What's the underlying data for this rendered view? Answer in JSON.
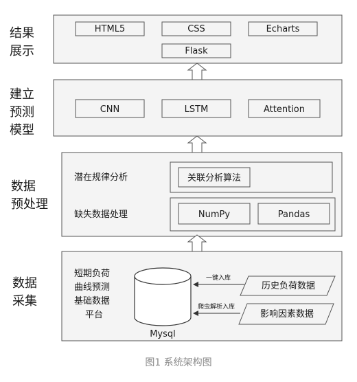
{
  "layers": [
    {
      "label_lines": [
        "结果",
        "展示"
      ],
      "boxes": [
        "HTML5",
        "CSS",
        "Echarts",
        "Flask"
      ]
    },
    {
      "label_lines": [
        "建立",
        "预测",
        "模型"
      ],
      "boxes": [
        "CNN",
        "LSTM",
        "Attention"
      ]
    },
    {
      "label_lines": [
        "数据",
        "预处理"
      ],
      "row1_label": "潜在规律分析",
      "row1_box": "关联分析算法",
      "row2_label": "缺失数据处理",
      "row2_boxes": [
        "NumPy",
        "Pandas"
      ]
    },
    {
      "label_lines": [
        "数据",
        "采集"
      ],
      "platform_lines": [
        "短期负荷",
        "曲线预测",
        "基础数据",
        "平台"
      ],
      "db_label": "Mysql",
      "flows": [
        {
          "label": "一键入库",
          "box": "历史负荷数据"
        },
        {
          "label": "爬虫解析入库",
          "box": "影响因素数据"
        }
      ]
    }
  ],
  "caption": "图1 系统架构图"
}
